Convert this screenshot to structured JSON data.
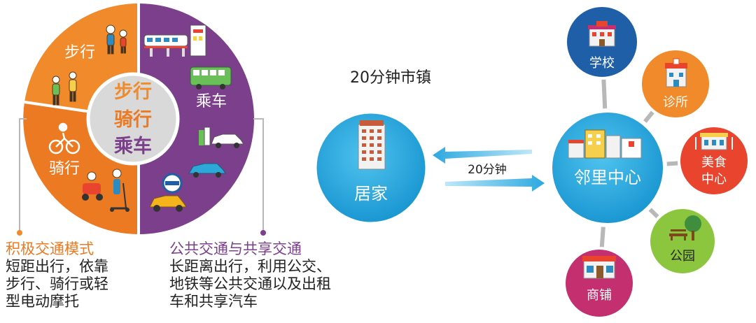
{
  "colors": {
    "orange": "#F08A2A",
    "purple": "#7B3F8C",
    "hub_blue": "#1AA3DA",
    "navy": "#1F5FA8",
    "pink": "#E84A7F",
    "green": "#8CC63F",
    "red": "#E8442E",
    "magenta": "#C4306F",
    "light_blue": "#7ECFEF",
    "gray": "#B8B8B8"
  },
  "wheel": {
    "center_lines": [
      "步行",
      "骑行",
      "乘车"
    ],
    "walk_label": "步行",
    "ride_label": "骑行",
    "transit_label": "乘车"
  },
  "captions": {
    "active": {
      "title": "积极交通模式",
      "lines": [
        "短距出行，依靠",
        "步行、骑行或轻",
        "型电动摩托"
      ]
    },
    "public": {
      "title": "公共交通与共享交通",
      "lines": [
        "长距离出行，利用公交、",
        "地铁等公共交通以及出租",
        "车和共享汽车"
      ]
    }
  },
  "town": {
    "title": "20分钟市镇",
    "home_label": "居家",
    "arrow_label": "20分钟",
    "hub_label": "邻里中心",
    "satellites": {
      "school": "学校",
      "clinic": "诊所",
      "food": [
        "美食",
        "中心"
      ],
      "park": "公园",
      "shop": "商铺"
    }
  }
}
